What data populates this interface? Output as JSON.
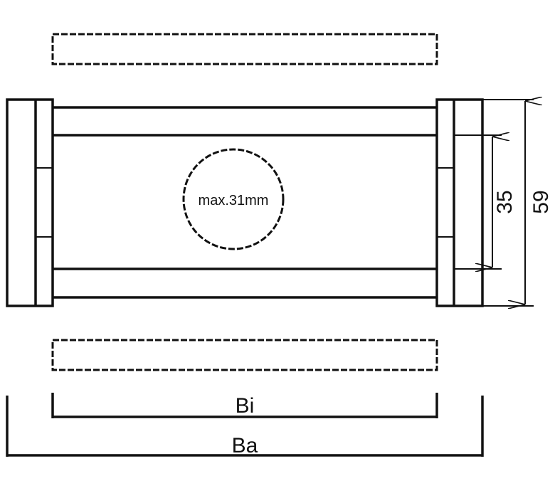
{
  "diagram": {
    "circle_label": "max.31mm",
    "dim_inner_height": "35",
    "dim_outer_height": "59",
    "dim_inner_width": "Bi",
    "dim_outer_width": "Ba"
  },
  "colors": {
    "line": "#111111",
    "background": "#ffffff"
  }
}
